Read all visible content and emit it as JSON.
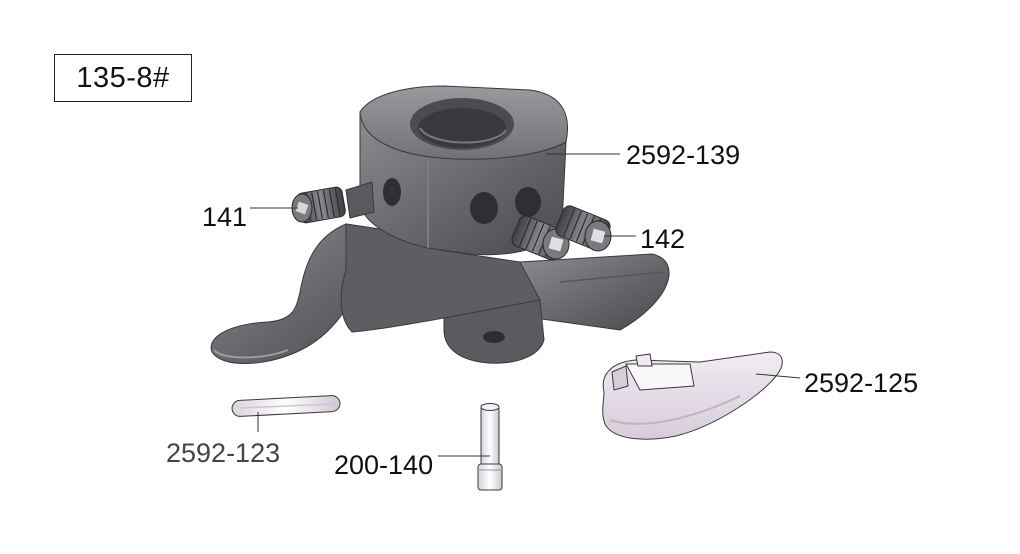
{
  "diagram": {
    "assembly_id": "135-8#",
    "callouts": {
      "mount_head": "2592-139",
      "screw_141": "141",
      "screw_142": "142",
      "plastic_insert": "2592-125",
      "key_strip": "2592-123",
      "pin": "200-140"
    },
    "colors": {
      "metal": "#6b6b6f",
      "metal_dark": "#48484c",
      "metal_light": "#8c8c90",
      "plastic": "#e6dfe8",
      "plastic_shadow": "#c9bfcc",
      "leader": "#333333"
    },
    "icon_names": [
      "mount-head-body",
      "set-screw",
      "plastic-insert",
      "key-strip",
      "pin"
    ]
  }
}
